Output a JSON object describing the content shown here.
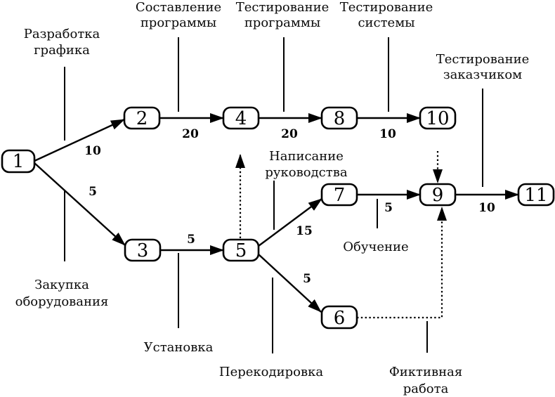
{
  "colors": {
    "ink": "#000000",
    "background": "#ffffff"
  },
  "nodes": [
    "1",
    "2",
    "3",
    "4",
    "5",
    "6",
    "7",
    "8",
    "9",
    "10",
    "11"
  ],
  "edges": [
    {
      "from": "1",
      "to": "2",
      "weight": "10",
      "style": "solid"
    },
    {
      "from": "1",
      "to": "3",
      "weight": "5",
      "style": "solid"
    },
    {
      "from": "2",
      "to": "4",
      "weight": "20",
      "style": "solid"
    },
    {
      "from": "4",
      "to": "8",
      "weight": "20",
      "style": "solid"
    },
    {
      "from": "8",
      "to": "10",
      "weight": "10",
      "style": "solid"
    },
    {
      "from": "3",
      "to": "5",
      "weight": "5",
      "style": "solid"
    },
    {
      "from": "5",
      "to": "7",
      "weight": "15",
      "style": "solid"
    },
    {
      "from": "5",
      "to": "6",
      "weight": "5",
      "style": "solid"
    },
    {
      "from": "7",
      "to": "9",
      "weight": "5",
      "style": "solid"
    },
    {
      "from": "9",
      "to": "11",
      "weight": "10",
      "style": "solid"
    },
    {
      "from": "6",
      "to": "9",
      "weight": "",
      "style": "dotted"
    },
    {
      "from": "5",
      "to": "",
      "weight": "",
      "style": "dotted-up"
    },
    {
      "from": "",
      "to": "9",
      "weight": "",
      "style": "dotted-down"
    }
  ],
  "activities": {
    "schedule_development": {
      "line1": "Разработка",
      "line2": "графика"
    },
    "program_compilation": {
      "line1": "Составление",
      "line2": "программы"
    },
    "program_testing": {
      "line1": "Тестирование",
      "line2": "программы"
    },
    "system_testing": {
      "line1": "Тестирование",
      "line2": "системы"
    },
    "customer_testing": {
      "line1": "Тестирование",
      "line2": "заказчиком"
    },
    "manual_writing": {
      "line1": "Написание",
      "line2": "руководства"
    },
    "training": {
      "line1": "Обучение"
    },
    "equipment_procurement": {
      "line1": "Закупка",
      "line2": "оборудования"
    },
    "installation": {
      "line1": "Установка"
    },
    "recoding": {
      "line1": "Перекодировка"
    },
    "dummy_work": {
      "line1": "Фиктивная",
      "line2": "работа"
    }
  }
}
